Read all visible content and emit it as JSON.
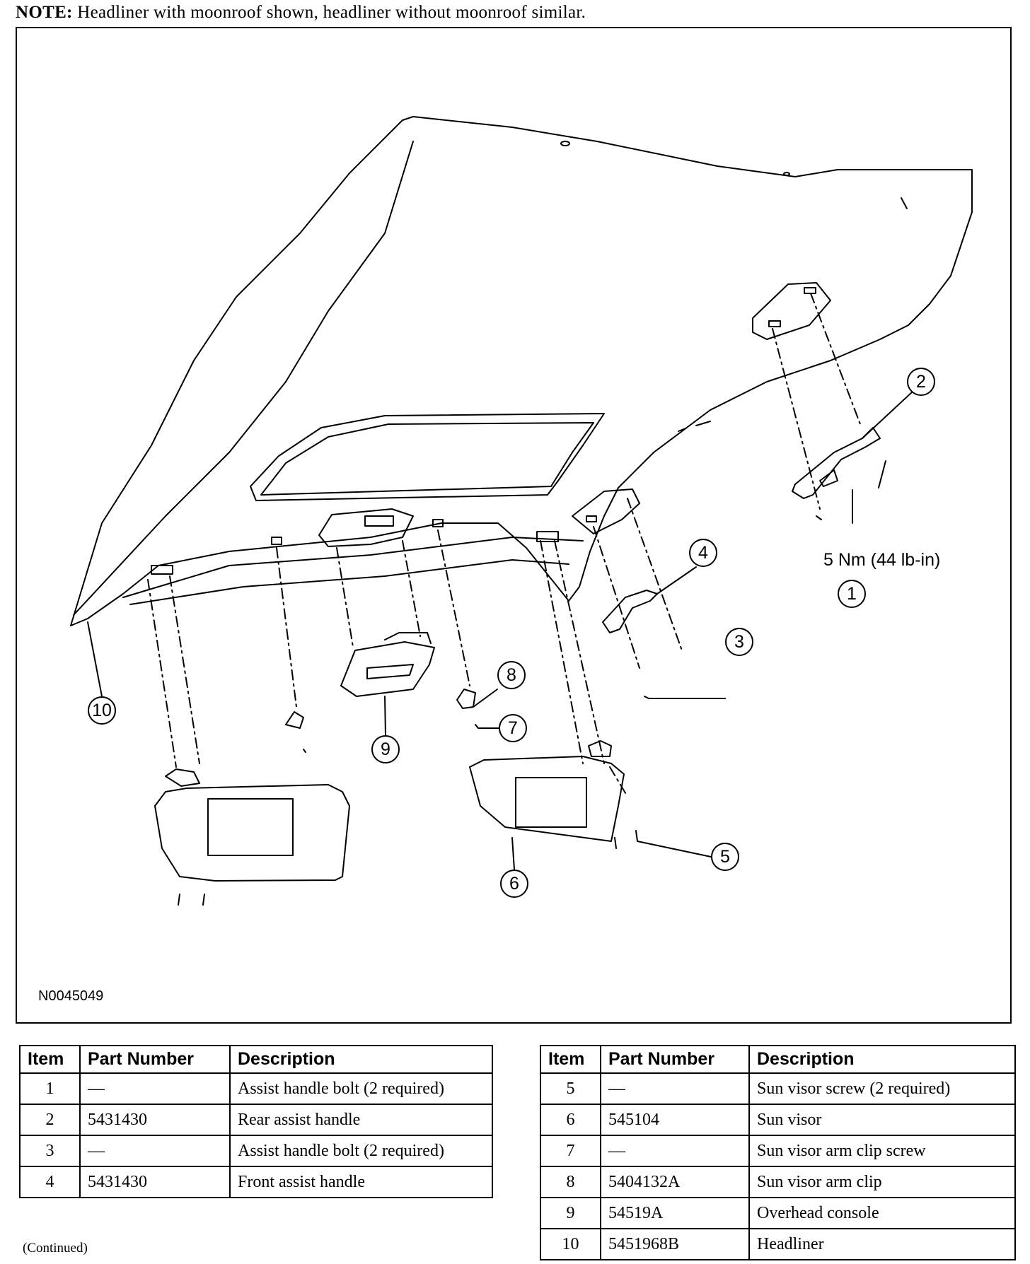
{
  "note": {
    "label": "NOTE:",
    "text": " Headliner with moonroof shown, headliner without moonroof similar."
  },
  "figure": {
    "id": "N0045049",
    "torque_spec": "5 Nm (44 lb-in)",
    "callouts": [
      "1",
      "2",
      "3",
      "4",
      "5",
      "6",
      "7",
      "8",
      "9",
      "10"
    ]
  },
  "table": {
    "headers": [
      "Item",
      "Part Number",
      "Description"
    ],
    "rows_left": [
      {
        "item": "1",
        "part": "—",
        "desc": "Assist handle bolt (2 required)"
      },
      {
        "item": "2",
        "part": "5431430",
        "desc": "Rear assist handle"
      },
      {
        "item": "3",
        "part": "—",
        "desc": "Assist handle bolt (2 required)"
      },
      {
        "item": "4",
        "part": "5431430",
        "desc": "Front assist handle"
      }
    ],
    "rows_right": [
      {
        "item": "5",
        "part": "—",
        "desc": "Sun visor screw (2 required)"
      },
      {
        "item": "6",
        "part": "545104",
        "desc": "Sun visor"
      },
      {
        "item": "7",
        "part": "—",
        "desc": "Sun visor arm clip screw"
      },
      {
        "item": "8",
        "part": "5404132A",
        "desc": "Sun visor arm clip"
      },
      {
        "item": "9",
        "part": "54519A",
        "desc": "Overhead console"
      },
      {
        "item": "10",
        "part": "5451968B",
        "desc": "Headliner"
      }
    ],
    "continued": "(Continued)"
  }
}
